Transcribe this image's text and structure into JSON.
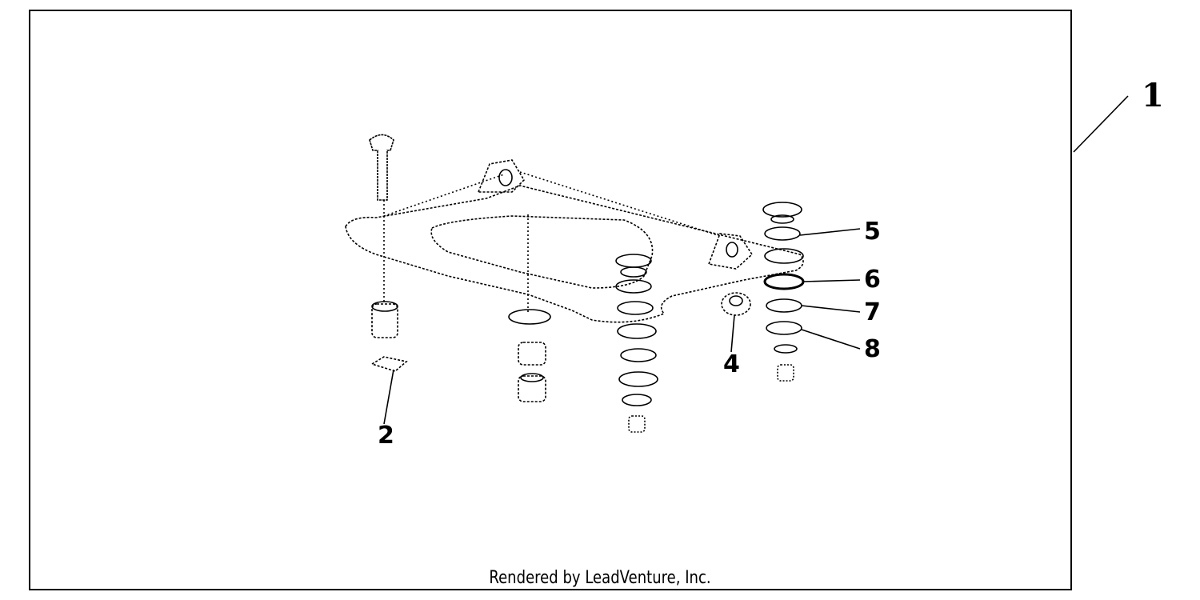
{
  "diagram": {
    "callouts": {
      "c1": "1",
      "c2": "2",
      "c4": "4",
      "c5": "5",
      "c6": "6",
      "c7": "7",
      "c8": "8"
    },
    "credit": "Rendered by LeadVenture, Inc."
  },
  "colors": {
    "line": "#000000",
    "background": "#ffffff"
  }
}
